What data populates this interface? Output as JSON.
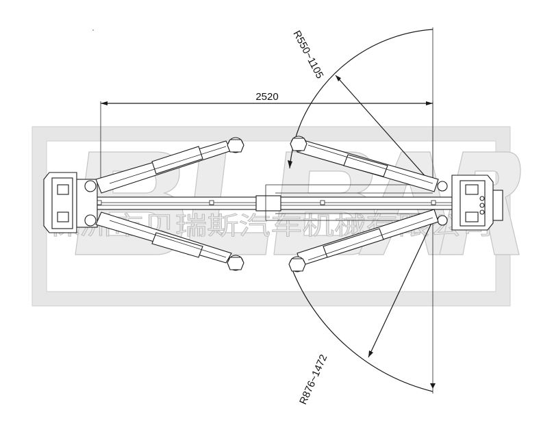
{
  "dimensions": {
    "width_label": "2520",
    "short_radius_label": "R550~1105",
    "long_radius_label": "R876~1472"
  },
  "watermark": {
    "brand": "BLBAR",
    "company": "株洲市贝瑞斯汽车机械有限公司"
  },
  "colors": {
    "line": "#1a1a1a",
    "watermark_fill": "#e9e9e9",
    "watermark_edge": "#b9b9b9"
  }
}
